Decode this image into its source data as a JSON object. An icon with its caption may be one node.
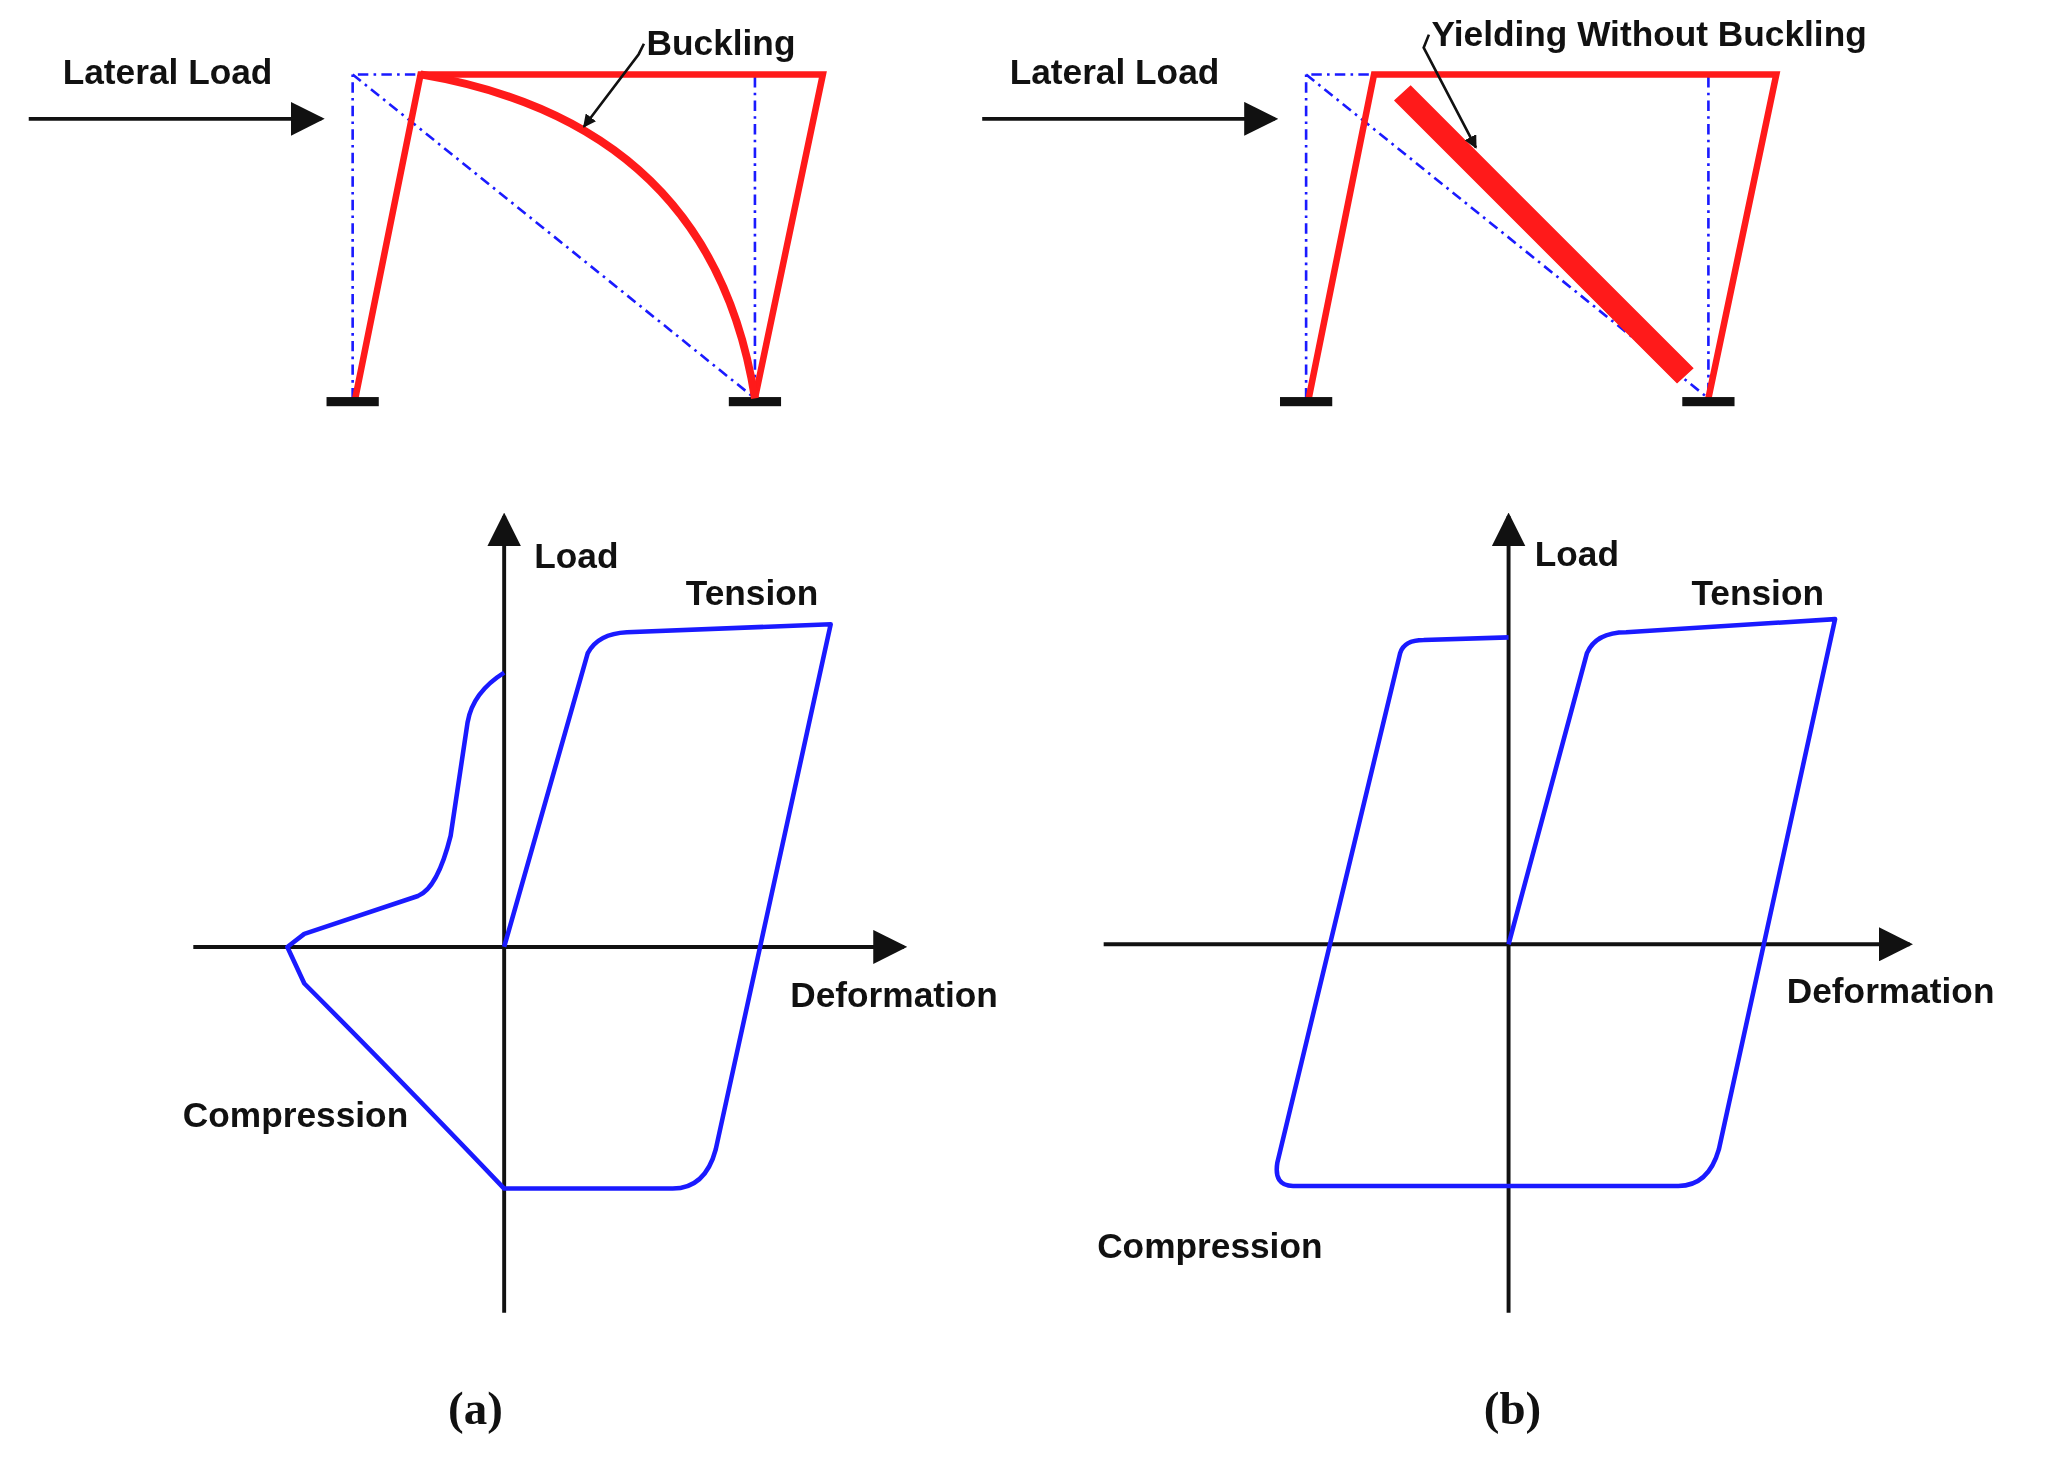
{
  "diagram": {
    "nodes": [
      {
        "text": [
          "Buckling"
        ]
      },
      {
        "text": [],
        "shape": "bar"
      },
      {
        "text": [
          "Yielding Without Buckling"
        ]
      },
      {
        "text": [],
        "shape": "bar"
      }
    ],
    "edges": [
      {
        "from": 0,
        "to": 1,
        "arrow": "to"
      },
      {
        "from": 2,
        "to": 3,
        "arrow": "to"
      }
    ],
    "labels": [
      "Lateral Load",
      "Lateral Load",
      "Load",
      "Tension",
      "Load",
      "Tension",
      "Deformation",
      "Deformation",
      "Compression",
      "Compression",
      "(a)",
      "(b)"
    ]
  }
}
